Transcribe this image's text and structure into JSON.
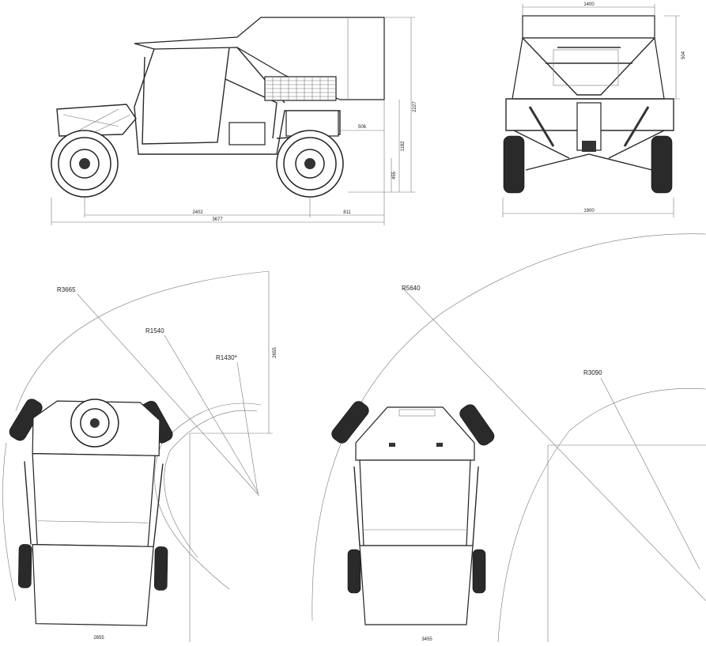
{
  "side_view": {
    "dimensions": {
      "wheelbase": "2402",
      "rear_overhang": "811",
      "overall_length": "3677",
      "overall_height": "2227",
      "frame_height": "1182",
      "ground_clearance": "455",
      "tail_offset": "506"
    }
  },
  "front_view": {
    "dimensions": {
      "roof_width": "1400",
      "track_width": "1900",
      "cargo_height": "504"
    }
  },
  "turn_left": {
    "radii": {
      "outer": "R3665",
      "middle": "R1540",
      "inner": "R1430*"
    },
    "dimensions": {
      "vertical": "2655",
      "horizontal": "2655"
    }
  },
  "turn_right": {
    "radii": {
      "outer": "R5640",
      "inner": "R3090"
    },
    "dimensions": {
      "horizontal": "3455"
    }
  }
}
